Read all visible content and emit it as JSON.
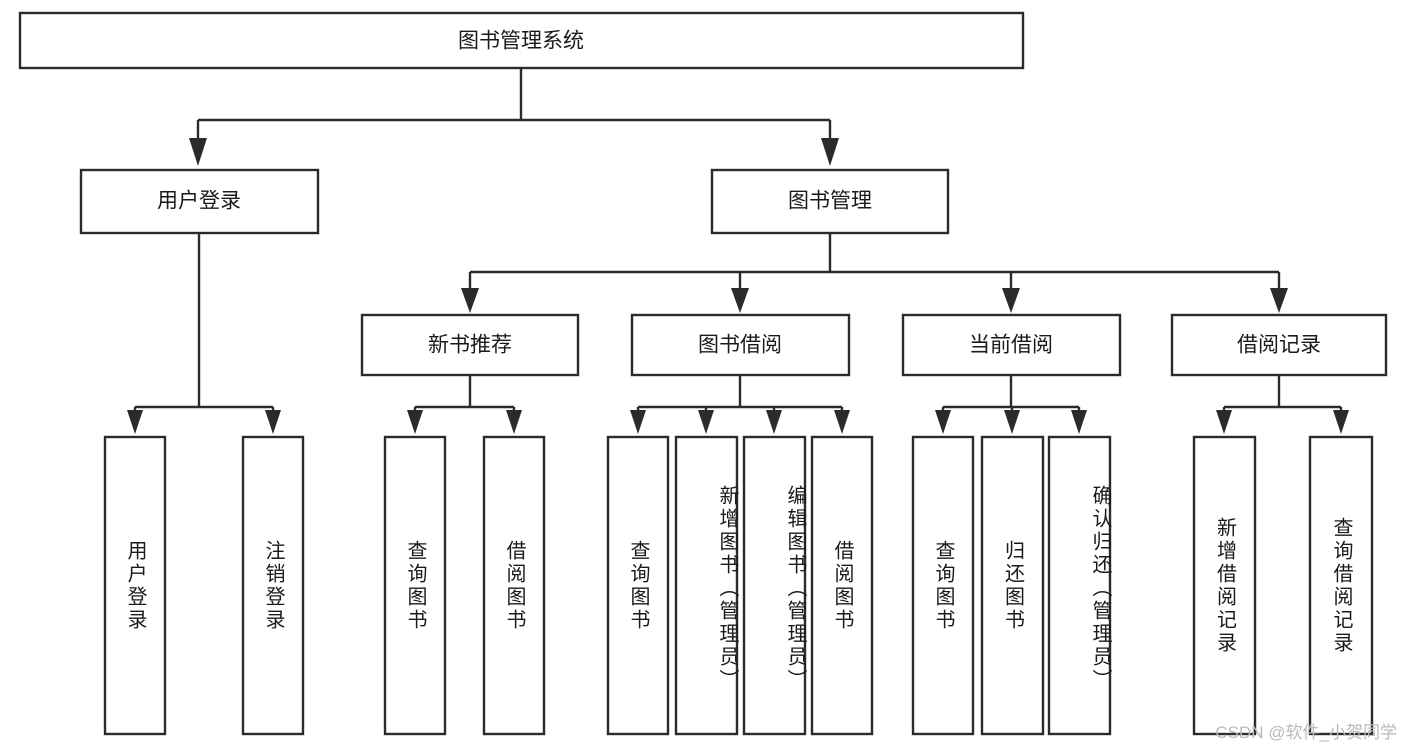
{
  "diagram": {
    "type": "tree-hierarchy",
    "title": "图书管理系统",
    "root": {
      "label": "图书管理系统",
      "level": 0
    },
    "level1": [
      {
        "label": "用户登录"
      },
      {
        "label": "图书管理"
      }
    ],
    "level2": [
      {
        "label": "新书推荐",
        "parent": "图书管理"
      },
      {
        "label": "图书借阅",
        "parent": "图书管理"
      },
      {
        "label": "当前借阅",
        "parent": "图书管理"
      },
      {
        "label": "借阅记录",
        "parent": "图书管理"
      }
    ],
    "leaves": {
      "user_login": [
        {
          "label": "用户登录"
        },
        {
          "label": "注销登录"
        }
      ],
      "new_book_recommend": [
        {
          "label": "查询图书"
        },
        {
          "label": "借阅图书"
        }
      ],
      "book_borrow": [
        {
          "label": "查询图书"
        },
        {
          "label": "新增图书（管理员）"
        },
        {
          "label": "编辑图书（管理员）"
        },
        {
          "label": "借阅图书"
        }
      ],
      "current_borrow": [
        {
          "label": "查询图书"
        },
        {
          "label": "归还图书"
        },
        {
          "label": "确认归还（管理员）"
        }
      ],
      "borrow_record": [
        {
          "label": "新增借阅记录"
        },
        {
          "label": "查询借阅记录"
        }
      ]
    }
  },
  "watermark": {
    "text": "CSDN @软件_小贺同学"
  },
  "colors": {
    "stroke": "#2b2b2b",
    "box_fill": "#ffffff",
    "text": "#1a1a1a",
    "background": "#ffffff",
    "watermark": "#b9b9b9"
  }
}
